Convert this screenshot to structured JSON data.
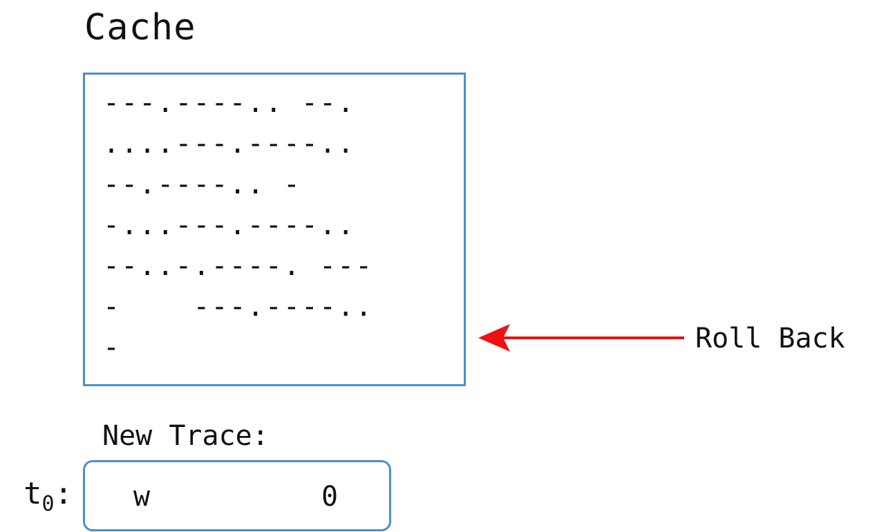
{
  "cache": {
    "title": "Cache",
    "lines": [
      "---.----.. --.",
      "....---.----..",
      "--.----.. -",
      "-...---.----..",
      "--..-.----. ---",
      "-    ---.----..",
      "-"
    ]
  },
  "annotation": {
    "label": "Roll Back",
    "arrow_color": "#ee1111"
  },
  "new_trace": {
    "label": "New Trace:",
    "step_symbol": "t",
    "step_subscript": "0",
    "step_suffix": ":",
    "entry": {
      "op": "w",
      "value": "0"
    }
  },
  "colors": {
    "box_border": "#4a8fcb",
    "text": "#111111"
  }
}
